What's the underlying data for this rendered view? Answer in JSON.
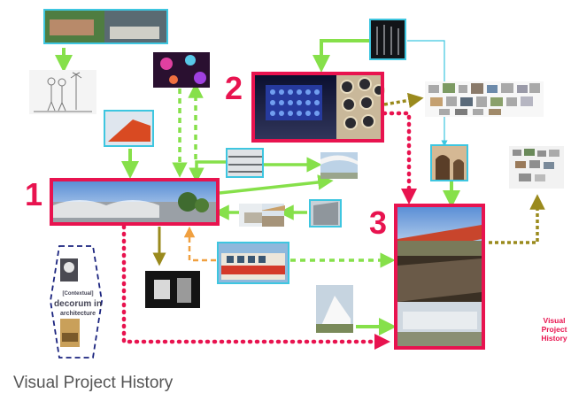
{
  "caption": "Visual Project History",
  "side_note": [
    "Visual",
    "Project",
    "History"
  ],
  "hex_book_text": [
    "[Contextual]",
    "decorum in",
    "architecture"
  ],
  "nodes": [
    {
      "number": "1"
    },
    {
      "number": "2"
    },
    {
      "number": "3"
    }
  ],
  "colors": {
    "accent_red": "#e8134f",
    "green": "#86e04a",
    "olive": "#9a8a1d",
    "orange": "#f0a040",
    "cyan": "#3ec6e0",
    "navy": "#1a237e"
  }
}
